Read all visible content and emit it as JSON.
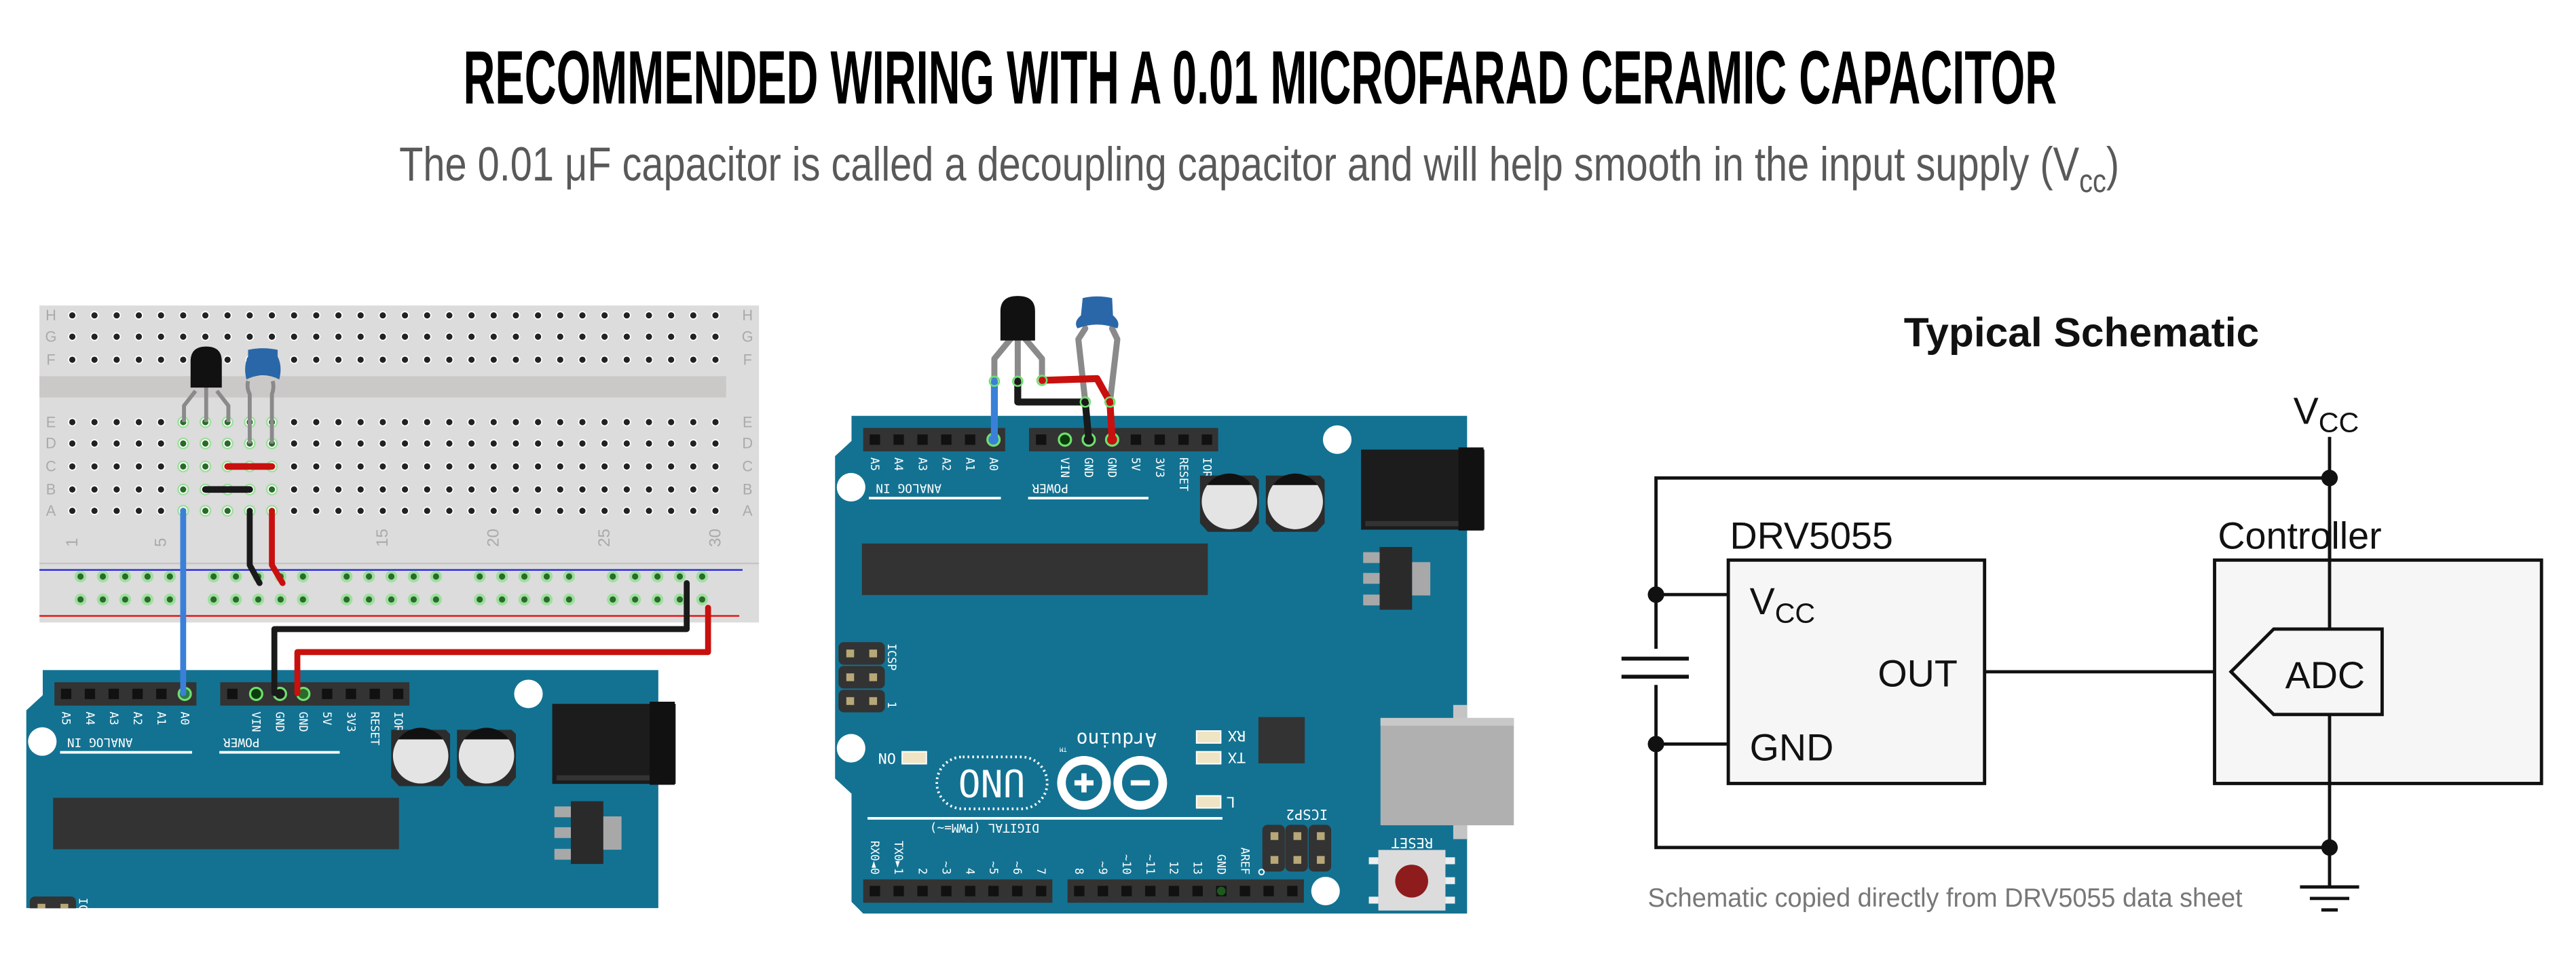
{
  "header": {
    "title": "RECOMMENDED WIRING WITH A 0.01 MICROFARAD CERAMIC CAPACITOR",
    "subtitle": "The 0.01 μF capacitor is called a decoupling capacitor and will help smooth in the input supply (V",
    "subtitle_sub": "cc",
    "subtitle_close": ")"
  },
  "breadboard": {
    "rows_top": [
      "H",
      "G",
      "F"
    ],
    "rows_bottom": [
      "E",
      "D",
      "C",
      "B",
      "A"
    ],
    "column_numbers": [
      "1",
      "5",
      "15",
      "20",
      "25",
      "30"
    ]
  },
  "arduino": {
    "analog_pins": [
      "A5",
      "A4",
      "A3",
      "A2",
      "A1",
      "A0"
    ],
    "power_pins": [
      "",
      "VIN",
      "GND",
      "GND",
      "5V",
      "3V3",
      "RESET",
      "IOREF"
    ],
    "analog_label": "ANALOG IN",
    "power_label": "POWER",
    "icsp": "ICSP",
    "icsp_pin1": "1",
    "on": "ON",
    "rx": "RX",
    "tx": "TX",
    "l": "L",
    "brand": "Arduino",
    "tm": "TM",
    "uno": "UNO",
    "digital_label": "DIGITAL (PWM=~)",
    "digital_left": [
      "RX0◄0",
      "TX0►1",
      "2",
      "~3",
      "4",
      "~5",
      "~6",
      "7"
    ],
    "digital_right": [
      "8",
      "~9",
      "~10",
      "~11",
      "12",
      "13",
      "GND",
      "AREF",
      "",
      ""
    ],
    "icsp2": "ICSP2",
    "reset": "RESET"
  },
  "schematic": {
    "title": "Typical Schematic",
    "vcc": "V",
    "vcc_sub": "CC",
    "drv_label": "DRV5055",
    "controller_label": "Controller",
    "pin_vcc": "V",
    "pin_vcc_sub": "CC",
    "pin_out": "OUT",
    "pin_gnd": "GND",
    "adc": "ADC",
    "caption": "Schematic copied directly from DRV5055 data sheet"
  },
  "colors": {
    "board": "#137292",
    "wire_red": "#c8100e",
    "wire_black": "#1a1a1a",
    "wire_blue": "#3a80d8",
    "capacitor": "#2a67a8",
    "breadboard": "#dcdcdc"
  }
}
